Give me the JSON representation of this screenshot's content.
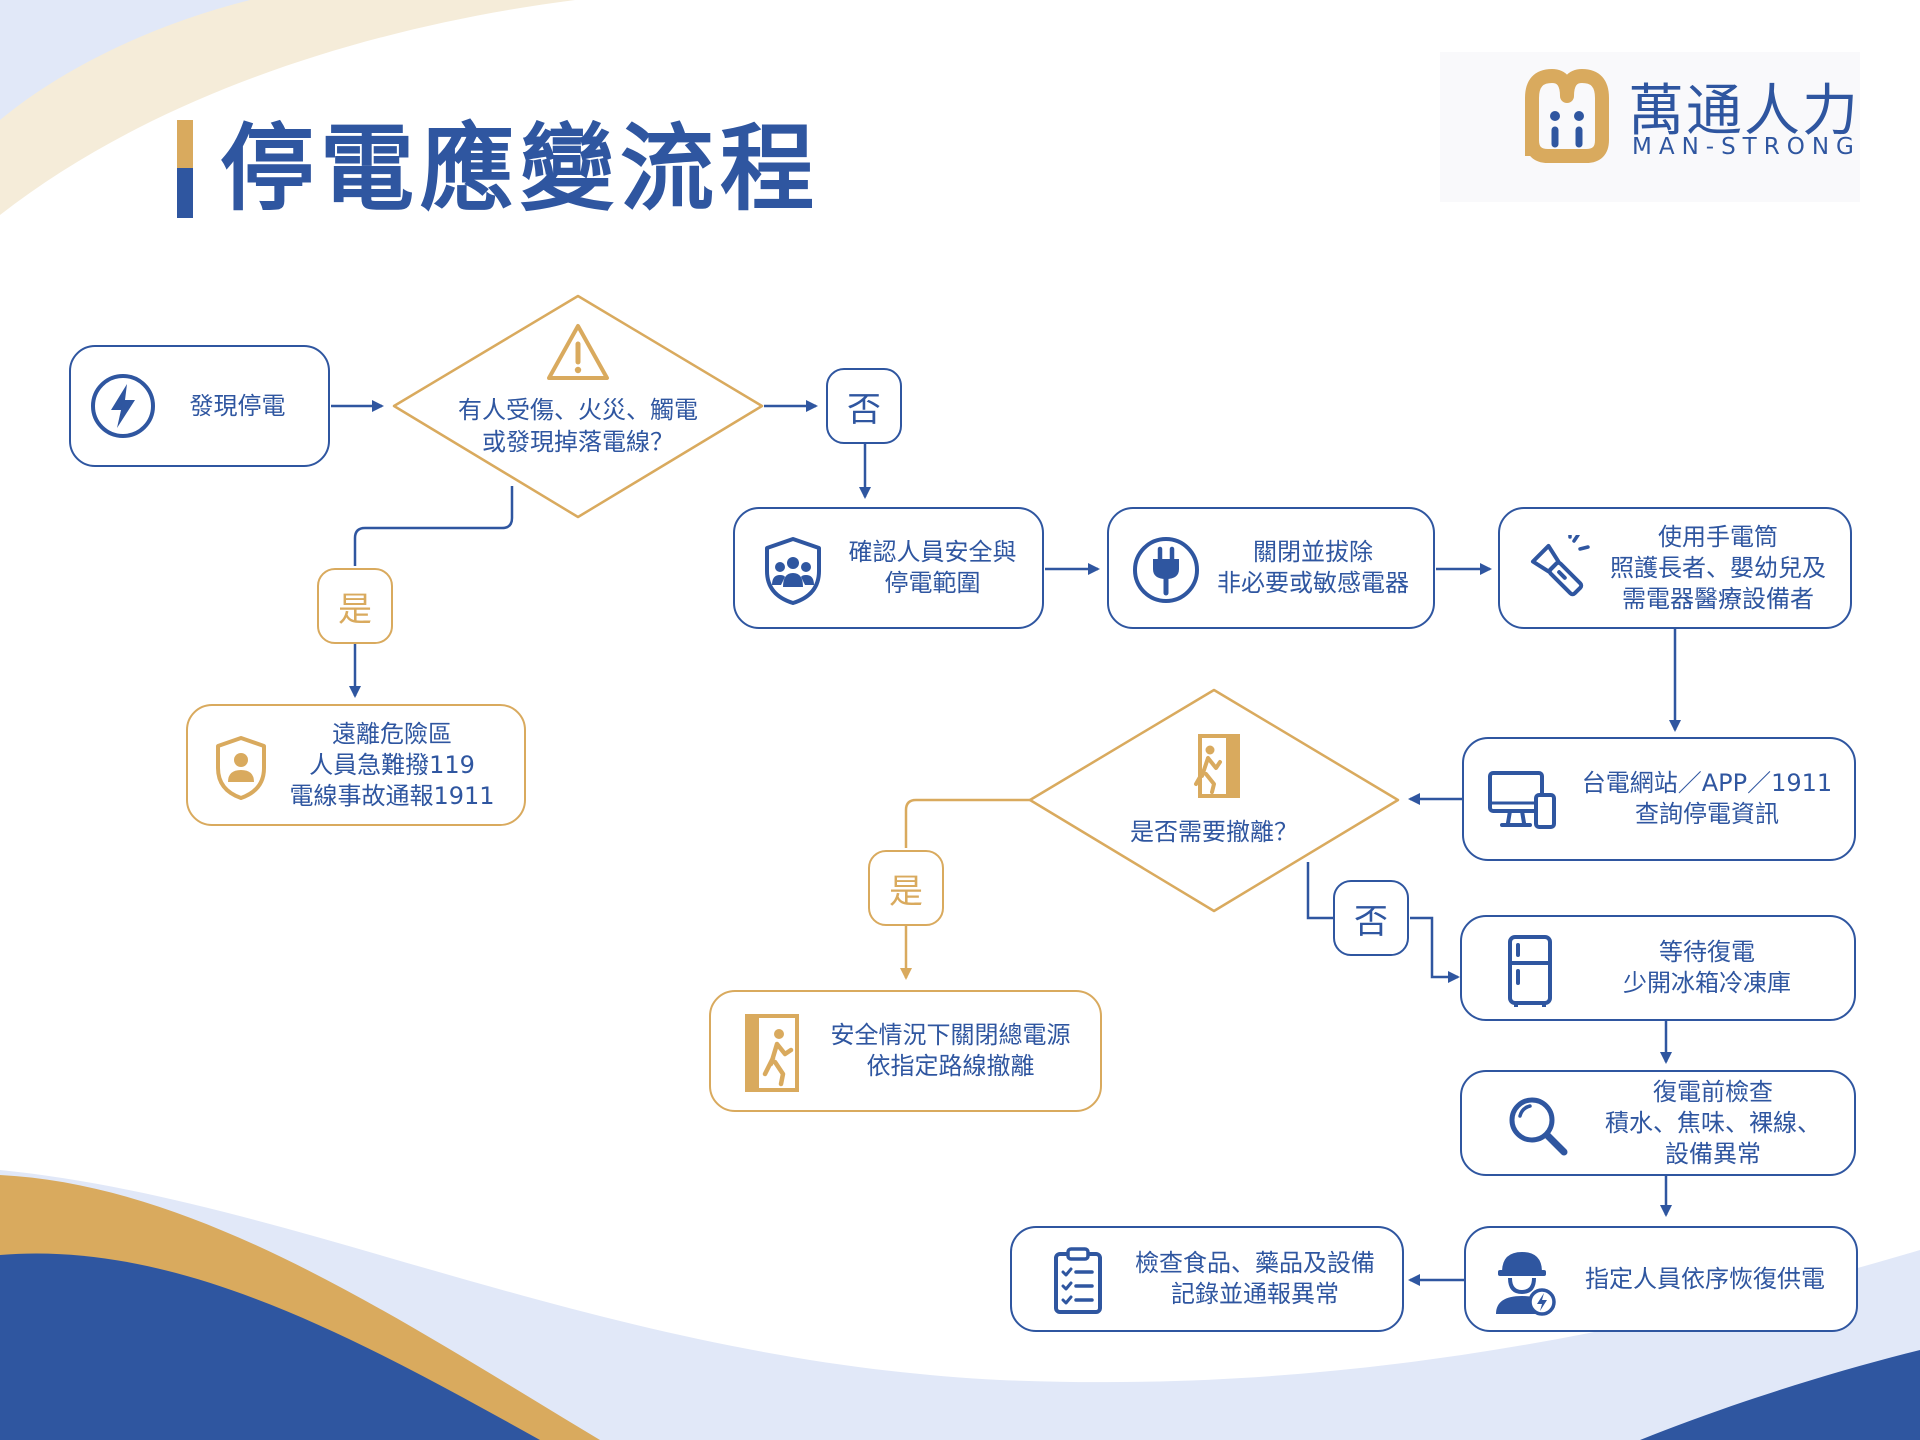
{
  "title": "停電應變流程",
  "logo": {
    "name_cn": "萬通人力",
    "name_en": "MAN-STRONG"
  },
  "colors": {
    "primary_blue": "#2f56a0",
    "gold": "#d9aa5e",
    "light_blue": "#e1e8f8",
    "cream": "#f5ecd9"
  },
  "nodes": {
    "discover": {
      "icon": "lightning-icon",
      "lines": [
        "發現停電"
      ]
    },
    "question1": {
      "icon": "warning-icon",
      "lines": [
        "有人受傷、火災、觸電",
        "或發現掉落電線？"
      ]
    },
    "label_no1": "否",
    "label_yes1": "是",
    "evacuate_danger": {
      "icon": "shield-person-icon",
      "lines": [
        "遠離危險區",
        "人員急難撥119",
        "電線事故通報1911"
      ]
    },
    "confirm_safety": {
      "icon": "shield-group-icon",
      "lines": [
        "確認人員安全與",
        "停電範圍"
      ]
    },
    "unplug": {
      "icon": "plug-icon",
      "lines": [
        "關閉並拔除",
        "非必要或敏感電器"
      ]
    },
    "flashlight": {
      "icon": "flashlight-icon",
      "lines": [
        "使用手電筒",
        "照護長者、嬰幼兒及",
        "需電器醫療設備者"
      ]
    },
    "check_info": {
      "icon": "devices-icon",
      "lines": [
        "台電網站／APP／1911",
        "查詢停電資訊"
      ]
    },
    "question2": {
      "icon": "exit-door-icon",
      "lines": [
        "是否需要撤離？"
      ]
    },
    "label_yes2": "是",
    "label_no2": "否",
    "evacuate_route": {
      "icon": "exit-door-icon",
      "lines": [
        "安全情況下關閉總電源",
        "依指定路線撤離"
      ]
    },
    "wait": {
      "icon": "fridge-icon",
      "lines": [
        "等待復電",
        "少開冰箱冷凍庫"
      ]
    },
    "precheck": {
      "icon": "magnifier-icon",
      "lines": [
        "復電前檢查",
        "積水、焦味、裸線、",
        "設備異常"
      ]
    },
    "restore": {
      "icon": "worker-icon",
      "lines": [
        "指定人員依序恢復供電"
      ]
    },
    "inspect": {
      "icon": "clipboard-icon",
      "lines": [
        "檢查食品、藥品及設備",
        "記錄並通報異常"
      ]
    }
  }
}
